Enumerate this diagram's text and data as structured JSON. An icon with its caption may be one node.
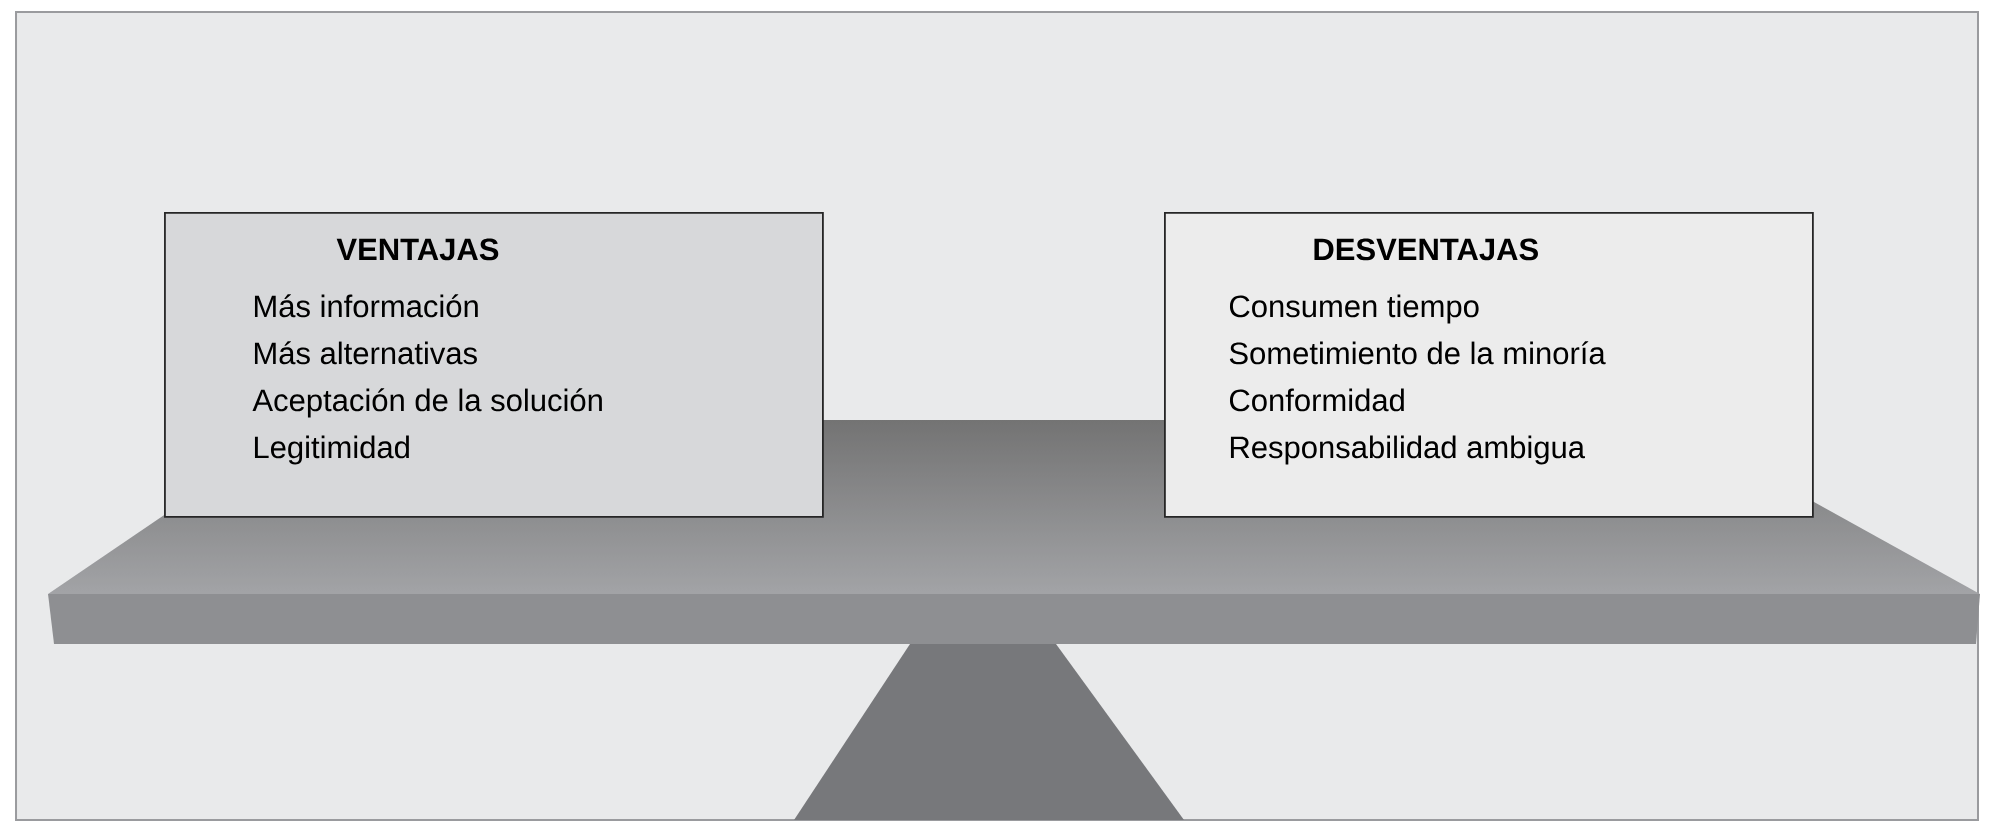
{
  "diagram": {
    "nodes": [
      {
        "text": [
          "VENTAJAS",
          "Más información",
          "Más alternativas",
          "Aceptación de la solución",
          "Legitimidad"
        ]
      },
      {
        "text": [
          "DESVENTAJAS",
          "Consumen tiempo",
          "Sometimiento de la minoría",
          "Conformidad",
          "Responsabilidad ambigua"
        ]
      }
    ]
  }
}
